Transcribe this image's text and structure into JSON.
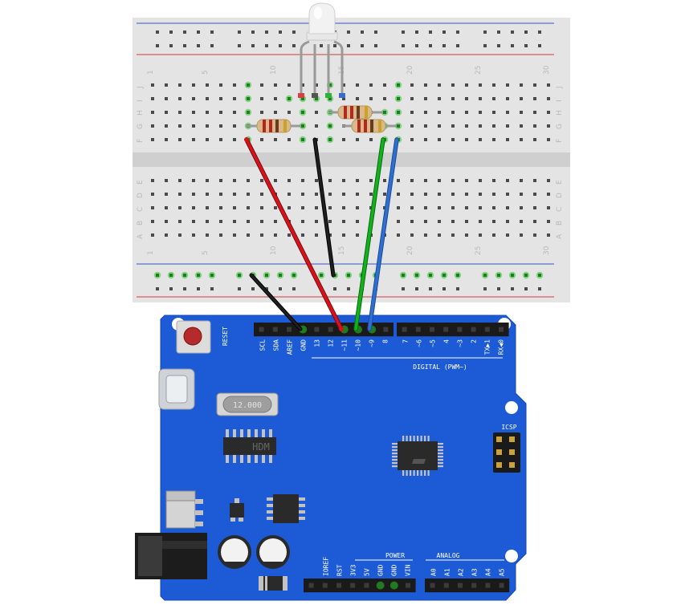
{
  "breadboard": {
    "column_numbers": [
      "1",
      "5",
      "10",
      "15",
      "20",
      "25",
      "30"
    ],
    "row_letters_top": [
      "J",
      "I",
      "H",
      "G",
      "F"
    ],
    "row_letters_bottom": [
      "E",
      "D",
      "C",
      "B",
      "A"
    ]
  },
  "board": {
    "reset_label": "RESET",
    "crystal_label": "12.000",
    "chip_label": "HDM",
    "icsp_label": "ICSP",
    "digital_label": "DIGITAL (PWM~)",
    "power_label": "POWER",
    "analog_label": "ANALOG",
    "top_header_labels": [
      "SCL",
      "SDA",
      "AREF",
      "GND",
      "13",
      "12",
      "~11",
      "~10",
      "~9",
      "8",
      "7",
      "~6",
      "~5",
      "4",
      "~3",
      "2",
      "TX▶1",
      "RX◀0"
    ],
    "power_header_labels": [
      "IOREF",
      "RST",
      "3V3",
      "5V",
      "GND",
      "GND",
      "VIN"
    ],
    "analog_header_labels": [
      "A0",
      "A1",
      "A2",
      "A3",
      "A4",
      "A5"
    ]
  },
  "colors": {
    "board_blue": "#1d5bd6",
    "wire_red": "#d7121b",
    "wire_black": "#111111",
    "wire_green": "#12b21c",
    "wire_blue": "#2f6fcf",
    "rail_red": "#d43a3a",
    "rail_blue": "#3a55c4",
    "breadboard": "#e4e4e4"
  }
}
